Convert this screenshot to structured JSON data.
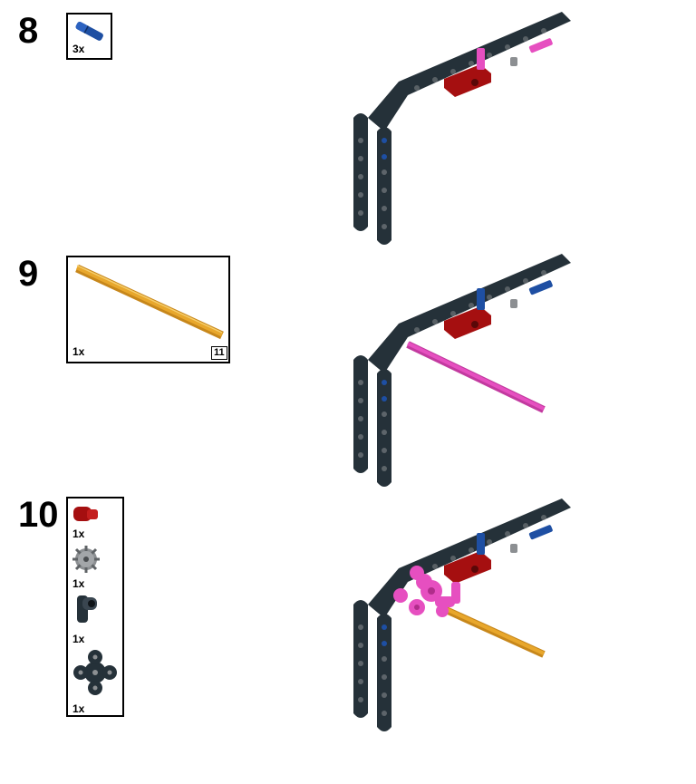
{
  "steps": [
    {
      "number": "8",
      "parts": [
        {
          "icon": "blue-axle-pin-icon",
          "qty": "3x"
        }
      ],
      "model_icon": "frame-with-blue-pins-model"
    },
    {
      "number": "9",
      "parts": [
        {
          "icon": "orange-axle-icon",
          "qty": "1x",
          "length": "11"
        }
      ],
      "model_icon": "frame-with-pink-axle-model"
    },
    {
      "number": "10",
      "parts": [
        {
          "icon": "red-bush-icon",
          "qty": "1x"
        },
        {
          "icon": "gray-gear-icon",
          "qty": "1x"
        },
        {
          "icon": "black-connector-icon",
          "qty": "1x"
        },
        {
          "icon": "black-cross-hub-icon",
          "qty": "1x"
        }
      ],
      "model_icon": "frame-with-pink-joint-model"
    }
  ],
  "colors": {
    "frame": "#253139",
    "red": "#a50f10",
    "pink": "#e64fc0",
    "blue": "#1e4fa3",
    "orange": "#e8a72c",
    "gray": "#8c8f92"
  }
}
